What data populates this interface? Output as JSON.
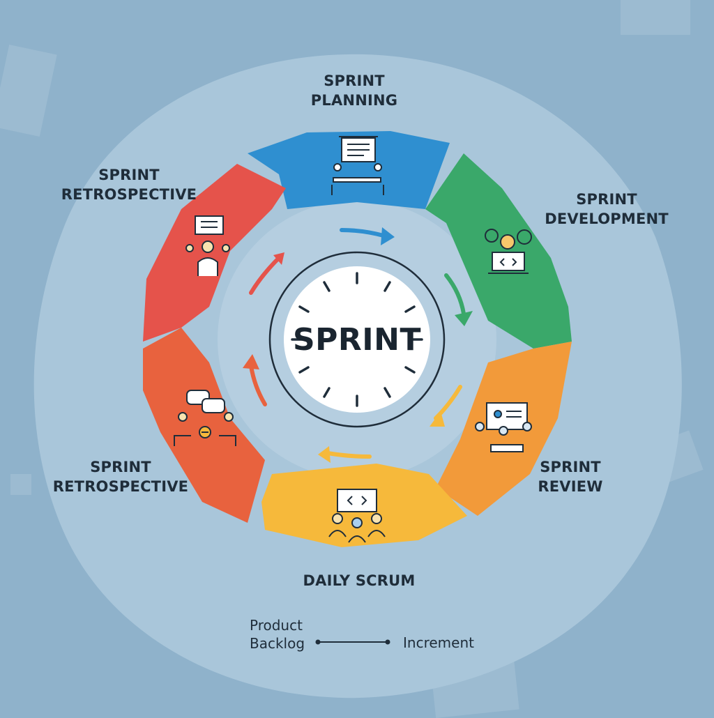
{
  "diagram": {
    "center_label": "SPRINT",
    "stages": [
      {
        "id": "planning",
        "line1": "SPRINT",
        "line2": "PLANNING",
        "color": "#2f8fd0"
      },
      {
        "id": "development",
        "line1": "SPRINT",
        "line2": "DEVELOPMENT",
        "color": "#3aa86a"
      },
      {
        "id": "review",
        "line1": "SPRINT",
        "line2": "REVIEW",
        "color": "#f29a3a"
      },
      {
        "id": "daily",
        "line1": "DAILY SCRUM",
        "line2": "",
        "color": "#f6b93b"
      },
      {
        "id": "retro-bottom",
        "line1": "SPRINT",
        "line2": "RETROSPECTIVE",
        "color": "#e8623e"
      },
      {
        "id": "retro-top",
        "line1": "SPRINT",
        "line2": "RETROSPECTIVE",
        "color": "#e5534b"
      }
    ],
    "legend": {
      "left_line1": "Product",
      "left_line2": "Backlog",
      "right": "Increment"
    },
    "colors": {
      "background": "#8fb2cb",
      "halo": "#a9c6da",
      "clock_face": "#ffffff",
      "ink": "#1f2d3a"
    }
  }
}
